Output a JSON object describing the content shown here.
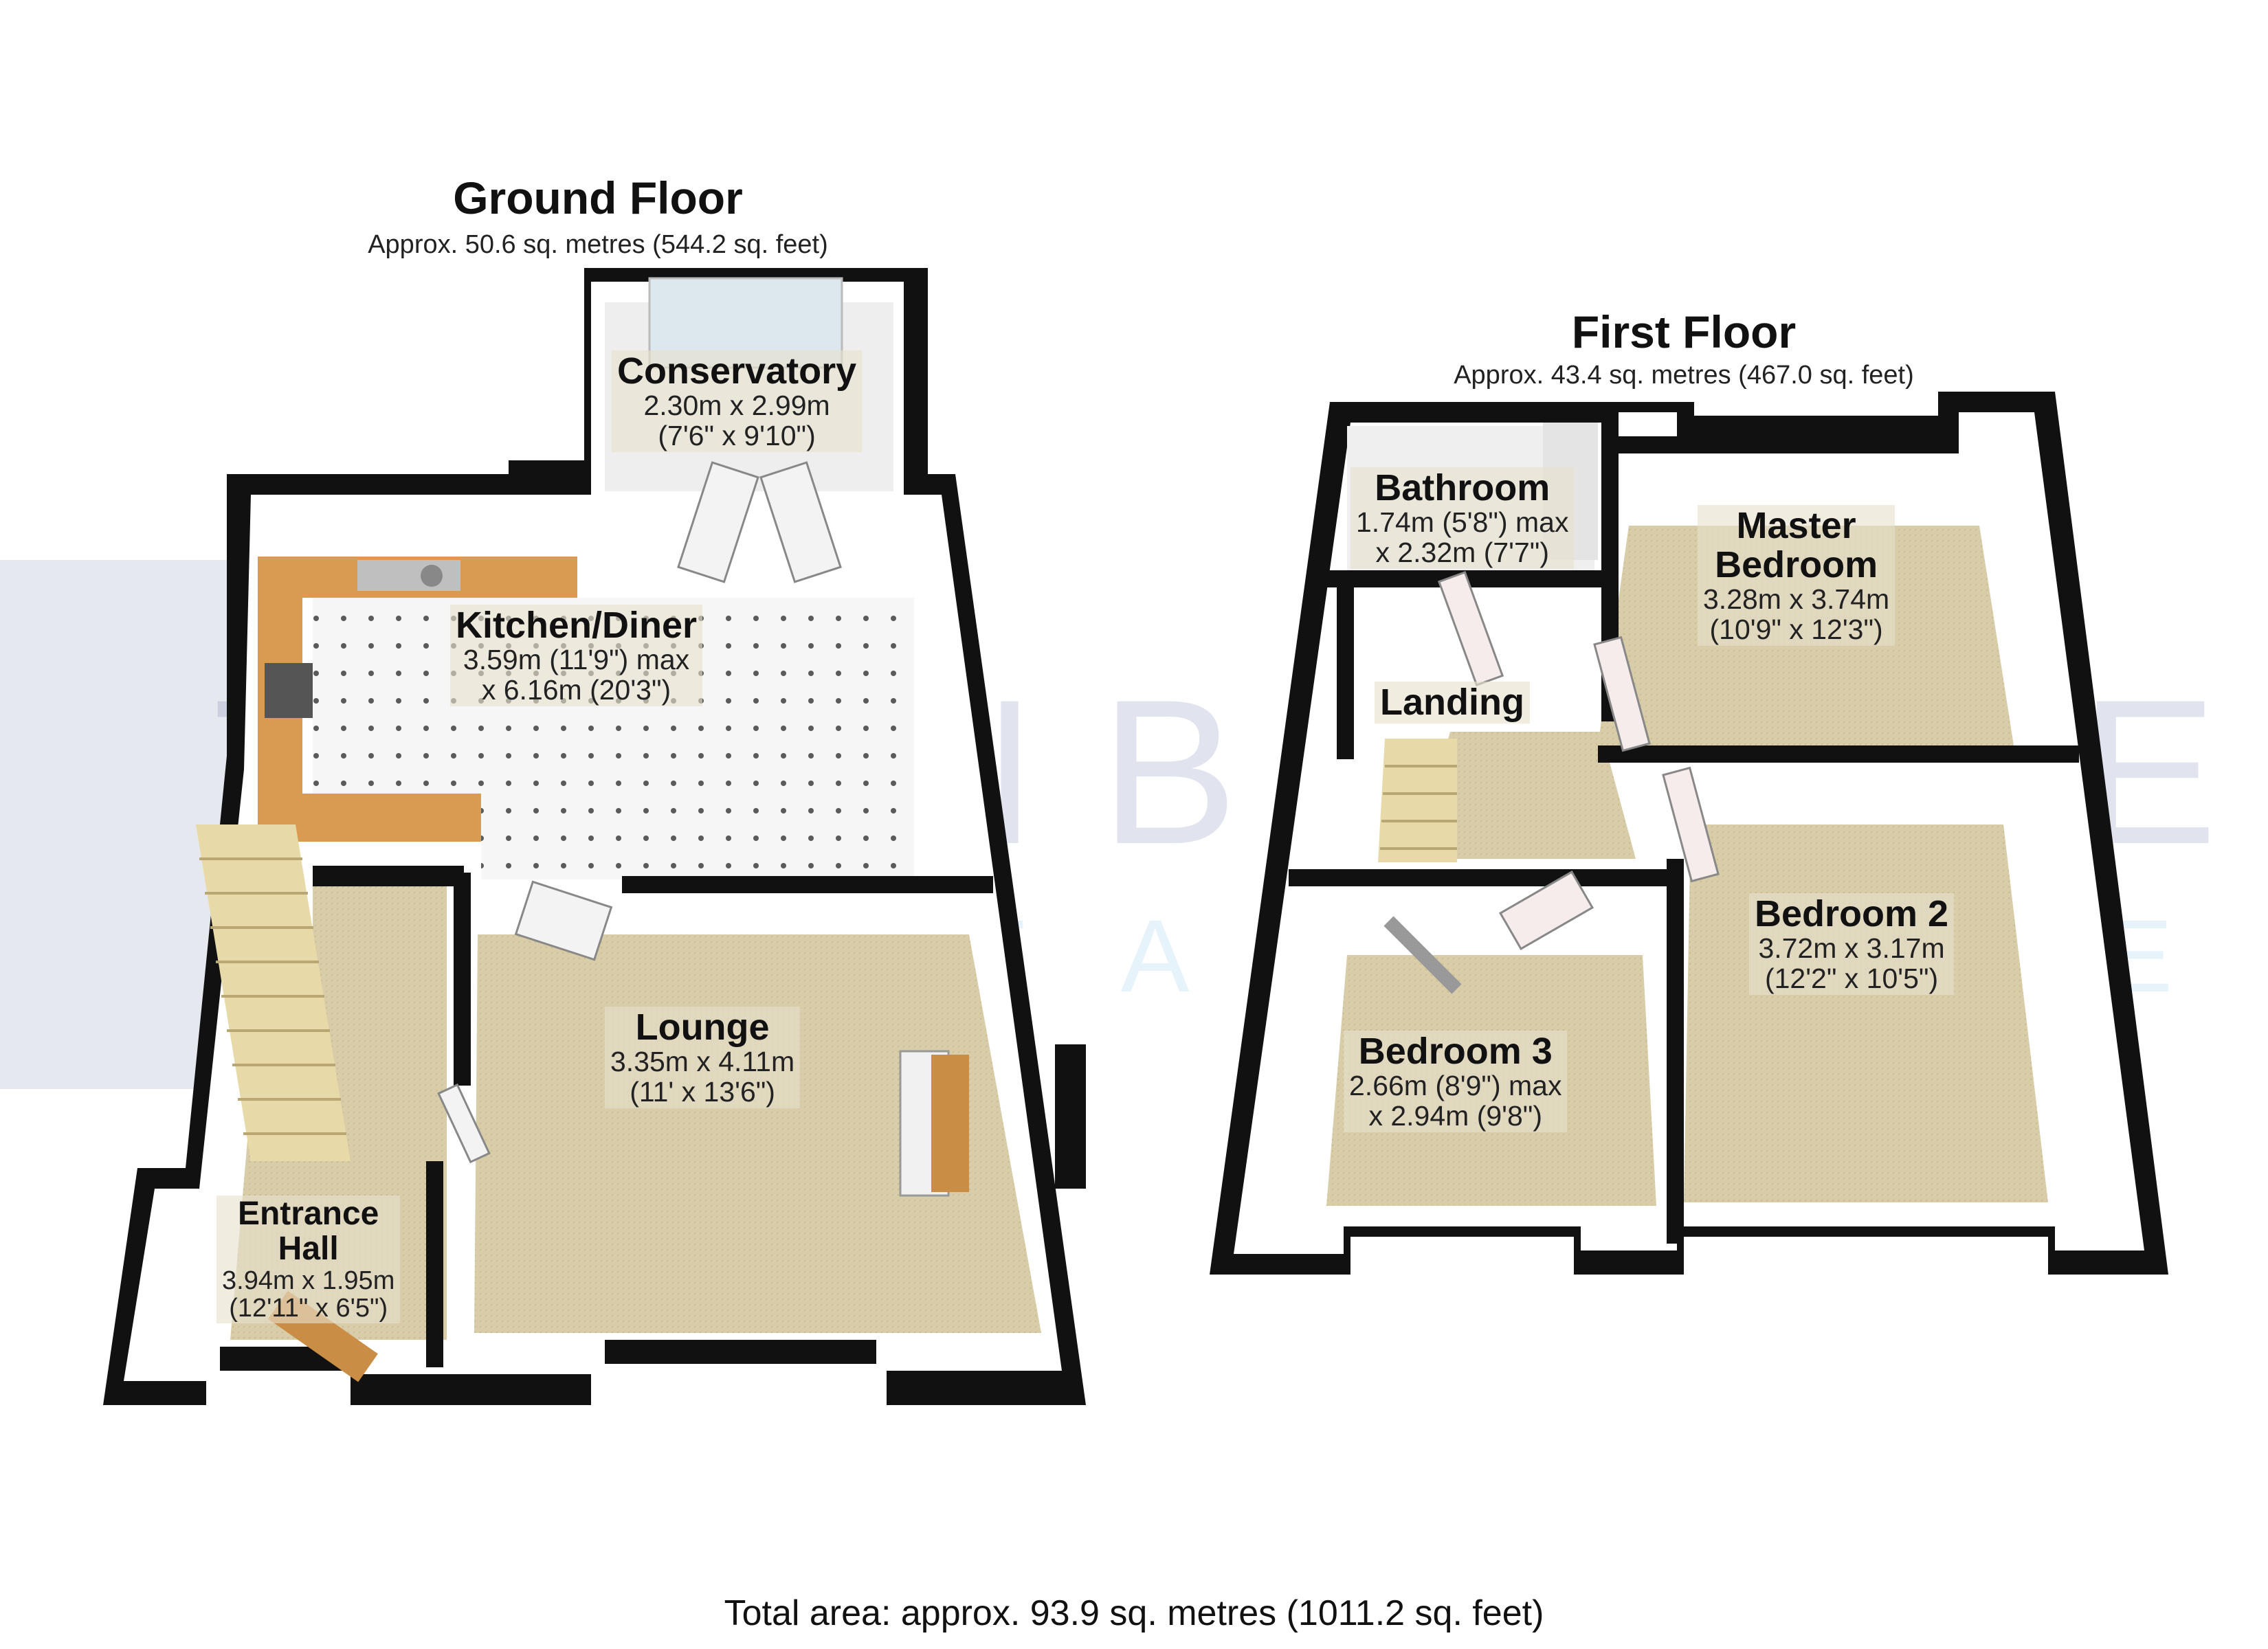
{
  "brand": {
    "watermark": "TOWNBRIDGE",
    "watermark_sub": "ESTATE AGENTS"
  },
  "ground_floor": {
    "title": "Ground Floor",
    "area": "Approx. 50.6 sq. metres (544.2 sq. feet)",
    "rooms": [
      {
        "name": "Conservatory",
        "dims": [
          "2.30m x 2.99m",
          "(7'6\" x 9'10\")"
        ]
      },
      {
        "name": "Kitchen/Diner",
        "dims": [
          "3.59m (11'9\") max",
          "x 6.16m (20'3\")"
        ]
      },
      {
        "name": "Lounge",
        "dims": [
          "3.35m x 4.11m",
          "(11' x 13'6\")"
        ]
      },
      {
        "name": "Entrance Hall",
        "name_lines": [
          "Entrance",
          "Hall"
        ],
        "dims": [
          "3.94m x 1.95m",
          "(12'11\" x 6'5\")"
        ]
      }
    ]
  },
  "first_floor": {
    "title": "First Floor",
    "area": "Approx. 43.4 sq. metres (467.0 sq. feet)",
    "rooms": [
      {
        "name": "Bathroom",
        "dims": [
          "1.74m (5'8\") max",
          "x 2.32m (7'7\")"
        ]
      },
      {
        "name": "Master Bedroom",
        "name_lines": [
          "Master",
          "Bedroom"
        ],
        "dims": [
          "3.28m x 3.74m",
          "(10'9\" x 12'3\")"
        ]
      },
      {
        "name": "Landing",
        "dims": []
      },
      {
        "name": "Bedroom 2",
        "dims": [
          "3.72m x 3.17m",
          "(12'2\" x 10'5\")"
        ]
      },
      {
        "name": "Bedroom 3",
        "dims": [
          "2.66m (8'9\") max",
          "x 2.94m (9'8\")"
        ]
      }
    ]
  },
  "total_area": "Total area: approx. 93.9 sq. metres (1011.2 sq. feet)",
  "colors": {
    "wall": "#111111",
    "floor_carpet": "#d9cfac",
    "floor_tile": "#f4f4f4",
    "worktop": "#d99a52",
    "stairs": "#e8d9a8",
    "glass": "#dde8ee"
  }
}
